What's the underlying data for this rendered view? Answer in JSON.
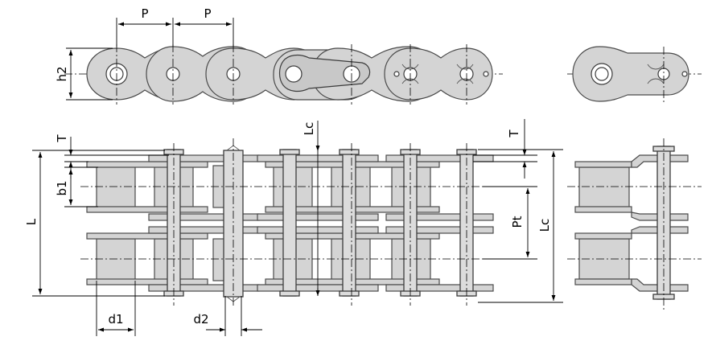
{
  "labels": {
    "pitch_left": "P",
    "pitch_right": "P",
    "plate_height": "h2",
    "plate_thickness_left": "T",
    "inner_width": "b1",
    "overall_length": "L",
    "roller_diameter": "d1",
    "pin_diameter": "d2",
    "connecting_pin_length_center": "Lc",
    "plate_thickness_right": "T",
    "transverse_pitch": "Pt",
    "connecting_pin_length_right": "Lc"
  },
  "colors": {
    "part_fill": "#d4d4d4",
    "outline": "#4a4a4a",
    "dimension": "#000000",
    "background": "#ffffff"
  }
}
